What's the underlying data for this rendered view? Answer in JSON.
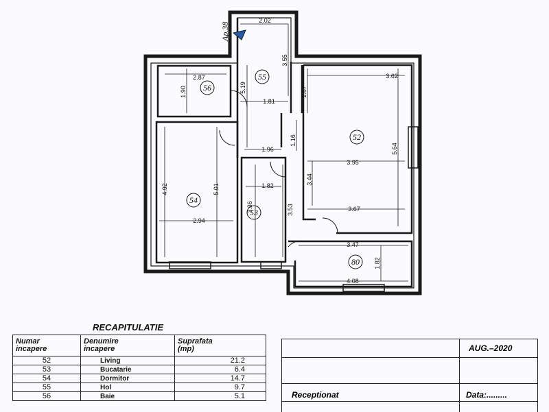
{
  "plan": {
    "apartment_label": "Ap.38",
    "rooms": [
      {
        "id": "52"
      },
      {
        "id": "53"
      },
      {
        "id": "54"
      },
      {
        "id": "55"
      },
      {
        "id": "56"
      },
      {
        "id": "80"
      }
    ],
    "dimensions": [
      "2.02",
      "3.55",
      "3.62",
      "1.67",
      "5.19",
      "2.87",
      "1.90",
      "1.81",
      "5.64",
      "1.16",
      "1.96",
      "3.95",
      "3.44",
      "4.92",
      "5.01",
      "1.82",
      "3.53",
      "3.36",
      "3.67",
      "2.94",
      "3.47",
      "1.82",
      "4.08"
    ]
  },
  "recap": {
    "title": "RECAPITULATIE",
    "headers": [
      "Numar\nincapere",
      "Denumire\nincapere",
      "Suprafata\n(mp)"
    ],
    "rows": [
      {
        "num": "52",
        "name": "Living",
        "area": "21.2"
      },
      {
        "num": "53",
        "name": "Bucatarie",
        "area": "6.4"
      },
      {
        "num": "54",
        "name": "Dormitor",
        "area": "14.7"
      },
      {
        "num": "55",
        "name": "Hol",
        "area": "9.7"
      },
      {
        "num": "56",
        "name": "Baie",
        "area": "5.1"
      }
    ]
  },
  "stamp": {
    "date": "AUG.–2020",
    "received_label": "Receptionat",
    "date_label": "Data:........."
  }
}
